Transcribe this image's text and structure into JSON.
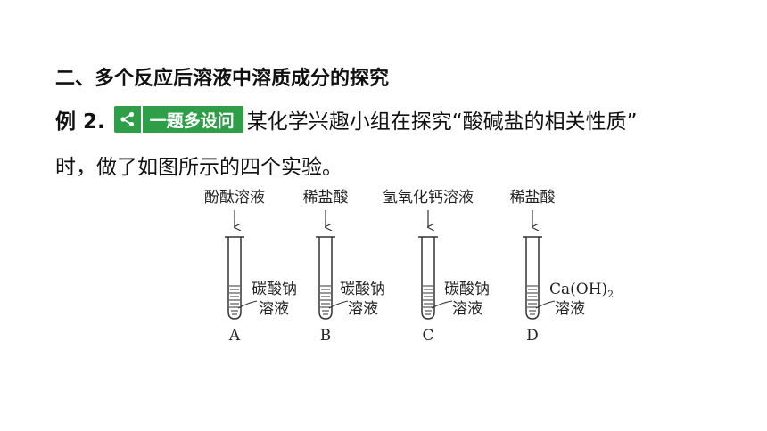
{
  "section_title": "二、多个反应后溶液中溶质成分的探究",
  "example": {
    "label": "例 2.",
    "badge": "一题多设问",
    "text": "某化学兴趣小组在探究“酸碱盐的相关性质”",
    "continuation": "时，做了如图所示的四个实验。"
  },
  "experiments": [
    {
      "reagent": "酚酞溶液",
      "solution_line1": "碳酸钠",
      "solution_line2": "溶液",
      "label": "A"
    },
    {
      "reagent": "稀盐酸",
      "solution_line1": "碳酸钠",
      "solution_line2": "溶液",
      "label": "B"
    },
    {
      "reagent": "氢氧化钙溶液",
      "solution_line1": "碳酸钠",
      "solution_line2": "溶液",
      "label": "C"
    },
    {
      "reagent": "稀盐酸",
      "solution_line1": "Ca(OH)",
      "solution_line1_sub": "2",
      "solution_line2": "溶液",
      "label": "D"
    }
  ],
  "colors": {
    "badge_green": "#2e9e49",
    "text": "#111111"
  },
  "icons": {
    "badge_icon": "share-icon"
  }
}
